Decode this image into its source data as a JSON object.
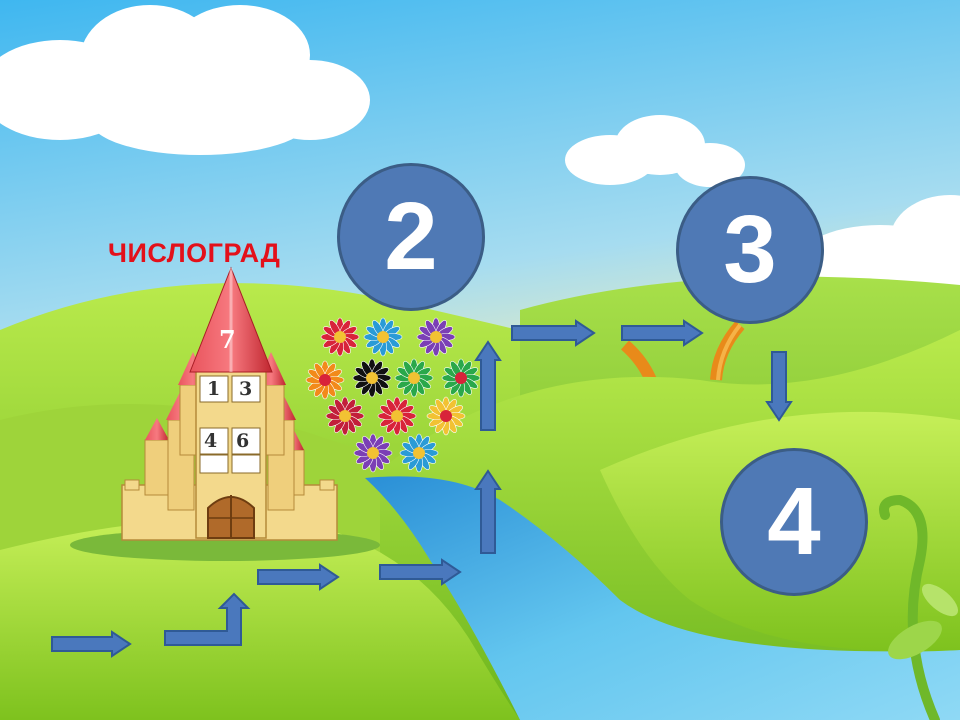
{
  "scene": {
    "title": "ЧИСЛОГРАД",
    "castle_window_numbers": [
      "7",
      "1",
      "3",
      "4",
      "6"
    ],
    "stops": [
      "2",
      "3",
      "4"
    ],
    "path_arrows": [
      "right",
      "up-right",
      "right",
      "right",
      "up",
      "up",
      "right",
      "right",
      "down"
    ]
  },
  "colors": {
    "title": "#e3101a",
    "circle_fill": "#4f79b5",
    "arrow_fill": "#4a78bd",
    "river": "#4fb4e4",
    "grass": "#8fd02a"
  },
  "icons": [
    "castle-icon",
    "flower-icon",
    "cloud-icon",
    "arrow-icon",
    "vine-icon"
  ]
}
